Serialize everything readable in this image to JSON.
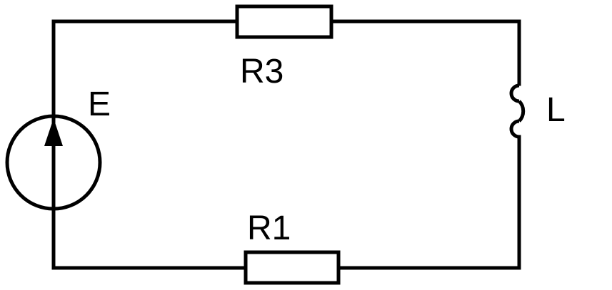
{
  "diagram": {
    "type": "circuit",
    "components": {
      "source": {
        "label": "E"
      },
      "resistor_top": {
        "label": "R3"
      },
      "resistor_bottom": {
        "label": "R1"
      },
      "inductor": {
        "label": "L"
      }
    }
  }
}
